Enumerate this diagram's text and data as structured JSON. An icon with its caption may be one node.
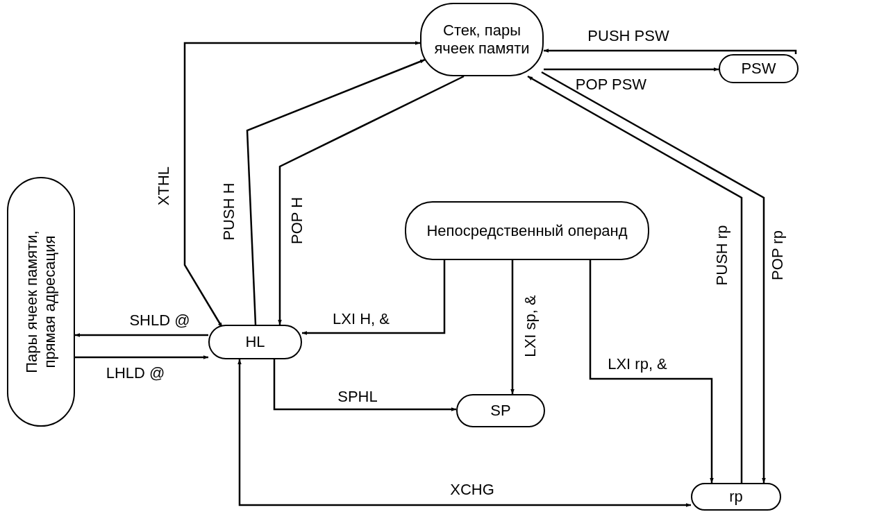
{
  "diagram": {
    "nodes": [
      {
        "text": [
          "Стек, пары ячеек памяти"
        ]
      },
      {
        "text": [
          "PSW"
        ]
      },
      {
        "text": [
          "Непосредственный операнд"
        ]
      },
      {
        "text": [
          "Пары ячеек памяти, прямая адресация"
        ]
      },
      {
        "text": [
          "HL"
        ]
      },
      {
        "text": [
          "SP"
        ]
      },
      {
        "text": [
          "rp"
        ]
      }
    ],
    "edges": [
      {
        "from": 1,
        "to": 0,
        "arrow": "to",
        "label": "PUSH PSW"
      },
      {
        "from": 0,
        "to": 1,
        "arrow": "to",
        "label": "POP PSW"
      },
      {
        "from": 0,
        "to": 4,
        "arrow": "both",
        "label": "XTHL"
      },
      {
        "from": 4,
        "to": 0,
        "arrow": "to",
        "label": "PUSH H"
      },
      {
        "from": 0,
        "to": 4,
        "arrow": "to",
        "label": "POP H"
      },
      {
        "from": 2,
        "to": 4,
        "arrow": "to",
        "label": "LXI H, &"
      },
      {
        "from": 2,
        "to": 5,
        "arrow": "to",
        "label": "LXI sp, &"
      },
      {
        "from": 2,
        "to": 6,
        "arrow": "to",
        "label": "LXI rp, &"
      },
      {
        "from": 4,
        "to": 3,
        "arrow": "to",
        "label": "SHLD @"
      },
      {
        "from": 3,
        "to": 4,
        "arrow": "to",
        "label": "LHLD @"
      },
      {
        "from": 4,
        "to": 5,
        "arrow": "to",
        "label": "SPHL"
      },
      {
        "from": 4,
        "to": 6,
        "arrow": "both",
        "label": "XCHG"
      },
      {
        "from": 6,
        "to": 0,
        "arrow": "to",
        "label": "PUSH rp"
      },
      {
        "from": 0,
        "to": 6,
        "arrow": "to",
        "label": "POP rp"
      }
    ]
  }
}
